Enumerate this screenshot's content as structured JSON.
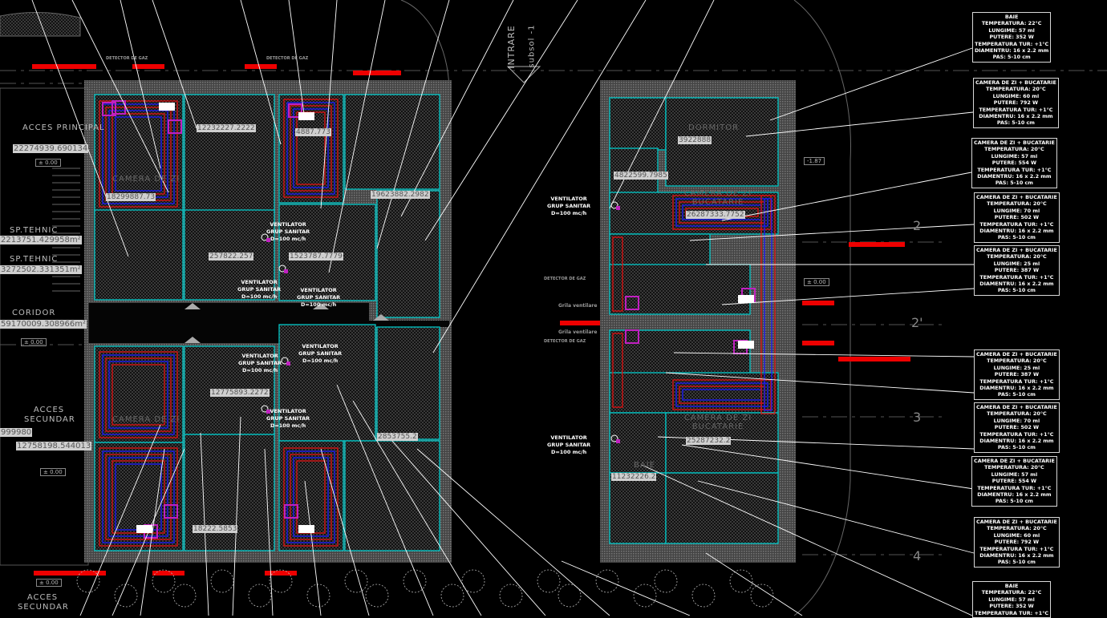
{
  "drawing": {
    "colors": {
      "background": "#000000",
      "walls": "#6e6e6e",
      "rooms": "#00c8c8",
      "pipe_supply": "#e01010",
      "pipe_return": "#1a1aff",
      "collector": "#c020c0",
      "leader": "#ffffff"
    },
    "entrance": {
      "title": "INTRARE",
      "subtitle": "subsol -1"
    },
    "left_labels": [
      {
        "name": "ACCES PRINCIPAL",
        "area": "22274939.690134",
        "level": "± 0.00"
      },
      {
        "name": "SP.TEHNIC",
        "area": "2213751.429958m²"
      },
      {
        "name": "SP.TEHNIC",
        "area": "3272502.331351m²"
      },
      {
        "name": "CORIDOR",
        "area": "59170009.308966m²",
        "level": "± 0.00"
      },
      {
        "name": "ACCES SECUNDAR",
        "area": "12758198.544013",
        "level": "± 0.00"
      },
      {
        "name": "ACCES SECUNDAR",
        "level": "± 0.00"
      }
    ],
    "partial_area": "999980",
    "rooms": [
      "CAMERA DE ZI",
      "DORMITOR",
      "BAIE",
      "CAMERA DE ZI BUCATARIE"
    ],
    "room_areas": [
      "18299887.73",
      "12232227.2222",
      "257822.257",
      "1523787.7779",
      "4887.773",
      "19623882.2982",
      "12775893.2272",
      "2853755.2",
      "18222.5853",
      "3922888",
      "4822599.7985",
      "26287333.7752",
      "25287232.2",
      "11232226.2"
    ],
    "ventilator": {
      "line1": "VENTILATOR",
      "line2": "GRUP SANITAR",
      "line3": "D=100 mc/h"
    },
    "detector_label": "DETECTOR DE GAZ",
    "grila_label": "Grila ventilare",
    "grid_marks": [
      "2",
      "2'",
      "3",
      "4"
    ],
    "levels": {
      "right": "-1.87",
      "zero": "± 0.00"
    },
    "notes": [
      {
        "title": "BAIE",
        "temp": "TEMPERATURA: 22°C",
        "length": "LUNGIME: 57 ml",
        "power": "PUTERE: 352 W",
        "tur": "TEMPERATURA TUR: +1°C",
        "diam": "DIAMENTRU: 16 x 2.2 mm",
        "pas": "PAS: 5-10 cm"
      },
      {
        "title": "CAMERA DE ZI + BUCATARIE",
        "temp": "TEMPERATURA: 20°C",
        "length": "LUNGIME: 60 ml",
        "power": "PUTERE: 792 W",
        "tur": "TEMPERATURA TUR: +1°C",
        "diam": "DIAMENTRU: 16 x 2.2 mm",
        "pas": "PAS: 5-10 cm"
      },
      {
        "title": "CAMERA DE ZI + BUCATARIE",
        "temp": "TEMPERATURA: 20°C",
        "length": "LUNGIME: 57 ml",
        "power": "PUTERE: 554 W",
        "tur": "TEMPERATURA TUR: +1°C",
        "diam": "DIAMENTRU: 16 x 2.2 mm",
        "pas": "PAS: 5-10 cm"
      },
      {
        "title": "CAMERA DE ZI + BUCATARIE",
        "temp": "TEMPERATURA: 20°C",
        "length": "LUNGIME: 70 ml",
        "power": "PUTERE: 502 W",
        "tur": "TEMPERATURA TUR: +1°C",
        "diam": "DIAMENTRU: 16 x 2.2 mm",
        "pas": "PAS: 5-10 cm"
      },
      {
        "title": "CAMERA DE ZI + BUCATARIE",
        "temp": "TEMPERATURA: 20°C",
        "length": "LUNGIME: 25 ml",
        "power": "PUTERE: 387 W",
        "tur": "TEMPERATURA TUR: +1°C",
        "diam": "DIAMENTRU: 16 x 2.2 mm",
        "pas": "PAS: 5-10 cm"
      },
      {
        "title": "CAMERA DE ZI + BUCATARIE",
        "temp": "TEMPERATURA: 20°C",
        "length": "LUNGIME: 25 ml",
        "power": "PUTERE: 387 W",
        "tur": "TEMPERATURA TUR: +1°C",
        "diam": "DIAMENTRU: 16 x 2.2 mm",
        "pas": "PAS: 5-10 cm"
      },
      {
        "title": "CAMERA DE ZI + BUCATARIE",
        "temp": "TEMPERATURA: 20°C",
        "length": "LUNGIME: 70 ml",
        "power": "PUTERE: 502 W",
        "tur": "TEMPERATURA TUR: +1°C",
        "diam": "DIAMENTRU: 16 x 2.2 mm",
        "pas": "PAS: 5-10 cm"
      },
      {
        "title": "CAMERA DE ZI + BUCATARIE",
        "temp": "TEMPERATURA: 20°C",
        "length": "LUNGIME: 57 ml",
        "power": "PUTERE: 554 W",
        "tur": "TEMPERATURA TUR: +1°C",
        "diam": "DIAMENTRU: 16 x 2.2 mm",
        "pas": "PAS: 5-10 cm"
      },
      {
        "title": "CAMERA DE ZI + BUCATARIE",
        "temp": "TEMPERATURA: 20°C",
        "length": "LUNGIME: 60 ml",
        "power": "PUTERE: 792 W",
        "tur": "TEMPERATURA TUR: +1°C",
        "diam": "DIAMENTRU: 16 x 2.2 mm",
        "pas": "PAS: 5-10 cm"
      },
      {
        "title": "BAIE",
        "temp": "TEMPERATURA: 22°C",
        "length": "LUNGIME: 57 ml",
        "power": "PUTERE: 352 W",
        "tur": "TEMPERATURA TUR: +1°C"
      }
    ]
  }
}
